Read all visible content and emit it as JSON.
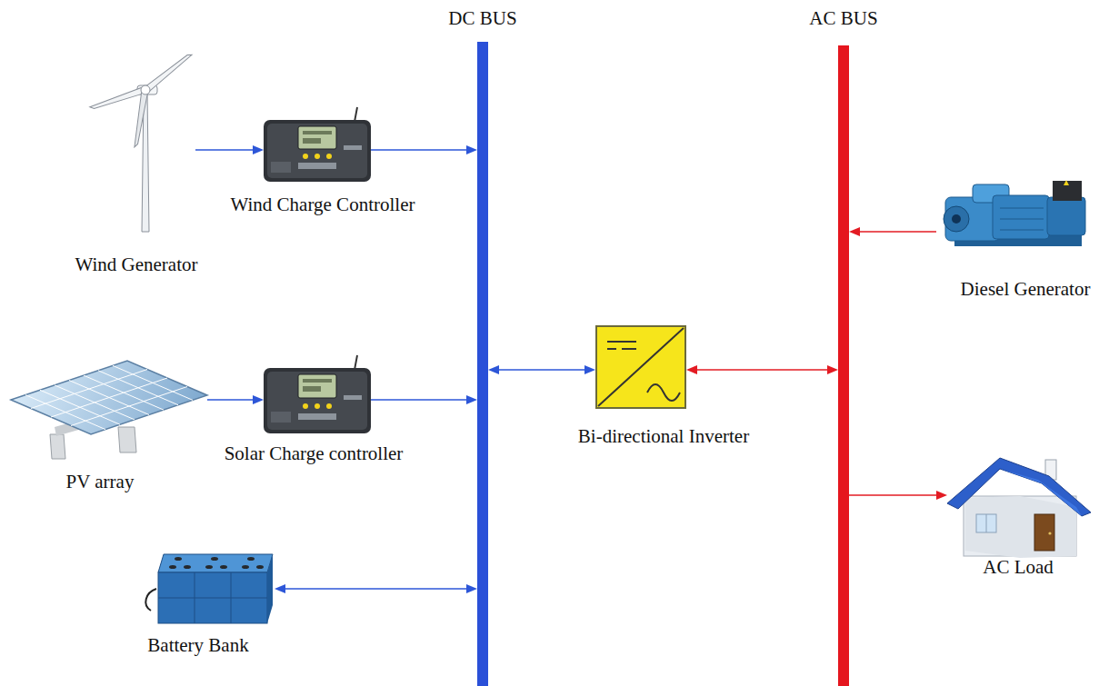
{
  "diagram": {
    "nodes": [
      {
        "text": [
          "DC BUS"
        ]
      },
      {
        "text": [
          "AC BUS"
        ]
      },
      {
        "text": [
          "Wind Generator"
        ]
      },
      {
        "text": [
          "Wind Charge Controller"
        ]
      },
      {
        "text": [
          "Diesel Generator"
        ]
      },
      {
        "text": [
          "PV array"
        ]
      },
      {
        "text": [
          "Solar Charge controller"
        ]
      },
      {
        "text": [
          "Bi-directional Inverter"
        ]
      },
      {
        "text": [
          "AC Load"
        ]
      },
      {
        "text": [
          "Battery Bank"
        ]
      }
    ],
    "edges": [
      {
        "from": 2,
        "to": 3,
        "arrow": "to"
      },
      {
        "from": 3,
        "to": 0,
        "arrow": "to"
      },
      {
        "from": 5,
        "to": 6,
        "arrow": "to"
      },
      {
        "from": 6,
        "to": 0,
        "arrow": "to"
      },
      {
        "from": 9,
        "to": 0,
        "arrow": "both"
      },
      {
        "from": 0,
        "to": 7,
        "arrow": "both"
      },
      {
        "from": 7,
        "to": 1,
        "arrow": "both"
      },
      {
        "from": 4,
        "to": 1,
        "arrow": "to"
      },
      {
        "from": 1,
        "to": 8,
        "arrow": "to"
      }
    ]
  }
}
